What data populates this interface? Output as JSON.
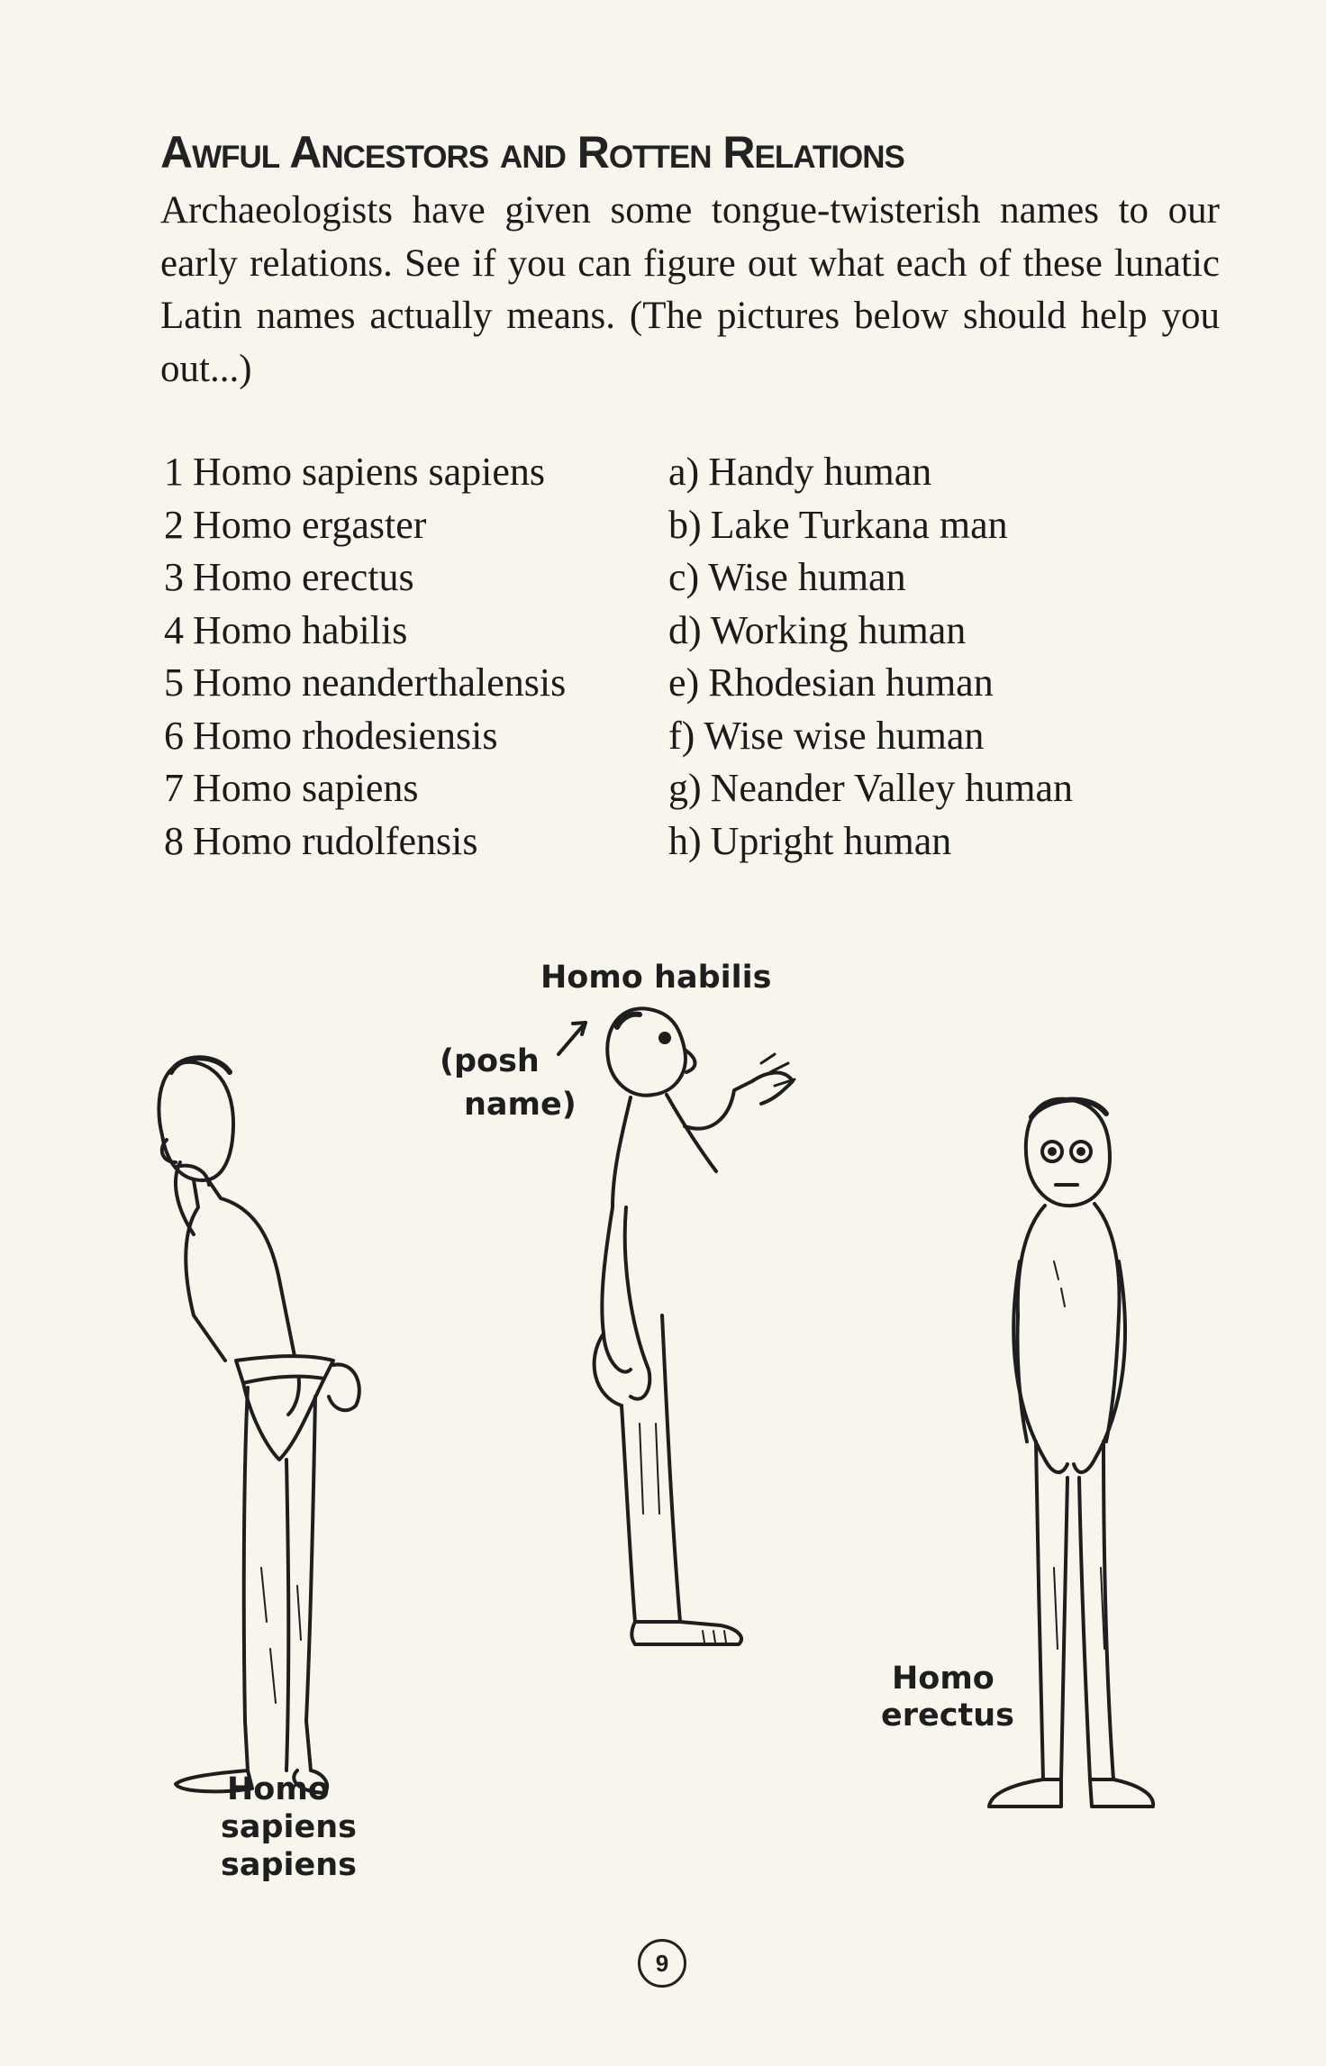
{
  "title": "Awful Ancestors and Rotten Relations",
  "intro": "Archaeologists have given some tongue-twisterish names to our early relations. See if you can figure out what each of these lunatic Latin names actually means. (The pictures below should help you out...)",
  "names": [
    {
      "num": "1",
      "text": "Homo sapiens sapiens"
    },
    {
      "num": "2",
      "text": "Homo ergaster"
    },
    {
      "num": "3",
      "text": "Homo erectus"
    },
    {
      "num": "4",
      "text": "Homo habilis"
    },
    {
      "num": "5",
      "text": "Homo neanderthalensis"
    },
    {
      "num": "6",
      "text": "Homo rhodesiensis"
    },
    {
      "num": "7",
      "text": "Homo sapiens"
    },
    {
      "num": "8",
      "text": "Homo rudolfensis"
    }
  ],
  "meanings": [
    {
      "letter": "a)",
      "text": "Handy human"
    },
    {
      "letter": "b)",
      "text": "Lake Turkana man"
    },
    {
      "letter": "c)",
      "text": "Wise human"
    },
    {
      "letter": "d)",
      "text": "Working human"
    },
    {
      "letter": "e)",
      "text": "Rhodesian human"
    },
    {
      "letter": "f)",
      "text": "Wise wise human"
    },
    {
      "letter": "g)",
      "text": "Neander Valley human"
    },
    {
      "letter": "h)",
      "text": "Upright human"
    }
  ],
  "captions": {
    "habilis": "Homo habilis",
    "posh_1": "(posh",
    "posh_2": "name)",
    "erectus_1": "Homo",
    "erectus_2": "erectus",
    "sapiens_1": "Homo",
    "sapiens_2": "sapiens",
    "sapiens_3": "sapiens"
  },
  "page_number": "9"
}
